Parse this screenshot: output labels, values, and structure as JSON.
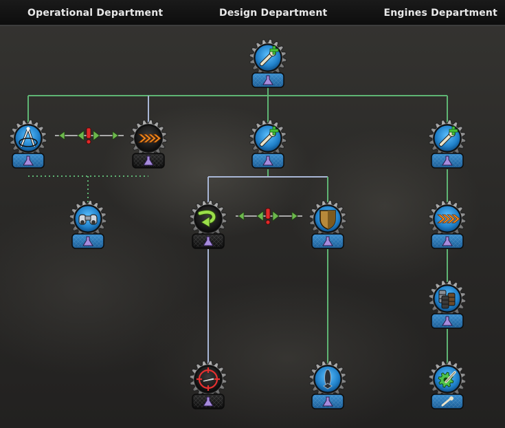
{
  "departments": [
    {
      "label": "Operational Department"
    },
    {
      "label": "Design Department"
    },
    {
      "label": "Engines Department"
    }
  ],
  "colors": {
    "header_bg": "#111111",
    "line_green": "#5fb574",
    "line_blue": "#a9b7d6",
    "icon_blue": "#2d8fd6",
    "icon_dark": "#151515",
    "flask": "#a78bdc",
    "exclusive_red": "#e02a2a",
    "arrow_green": "#6cb84c",
    "chevron_orange": "#ef8a21"
  },
  "nodes": [
    {
      "id": "design-top",
      "icon": "wrench-plus-icon",
      "style": "blue",
      "sub": "flask"
    },
    {
      "id": "op-left",
      "icon": "compass-icon",
      "style": "blue",
      "sub": "flask"
    },
    {
      "id": "op-right",
      "icon": "chevrons-icon",
      "style": "dark",
      "sub": "flask"
    },
    {
      "id": "binoculars",
      "icon": "binoculars-icon",
      "style": "blue",
      "sub": "flask"
    },
    {
      "id": "design-mid",
      "icon": "wrench-plus-icon",
      "style": "blue",
      "sub": "flask"
    },
    {
      "id": "maneuver",
      "icon": "curved-arrow-icon",
      "style": "dark",
      "sub": "flask"
    },
    {
      "id": "armor",
      "icon": "shield-icon",
      "style": "blue",
      "sub": "flask"
    },
    {
      "id": "engines-top",
      "icon": "wrench-plus-icon",
      "style": "blue",
      "sub": "flask"
    },
    {
      "id": "engines-chevrons",
      "icon": "chevrons-icon",
      "style": "blue",
      "sub": "flask"
    },
    {
      "id": "fuel",
      "icon": "fuel-barrels-icon",
      "style": "blue",
      "sub": "flask"
    },
    {
      "id": "targeting",
      "icon": "crosshair-icon",
      "style": "dark",
      "sub": "flask"
    },
    {
      "id": "torpedo",
      "icon": "torpedo-icon",
      "style": "blue",
      "sub": "flask"
    },
    {
      "id": "engine-repair",
      "icon": "gear-repair-icon",
      "style": "blue",
      "sub": "wrench"
    }
  ],
  "exclusive_markers": [
    {
      "id": "op-exclusive",
      "icon": "exclamation-icon"
    },
    {
      "id": "design-exclusive",
      "icon": "exclamation-icon"
    }
  ]
}
